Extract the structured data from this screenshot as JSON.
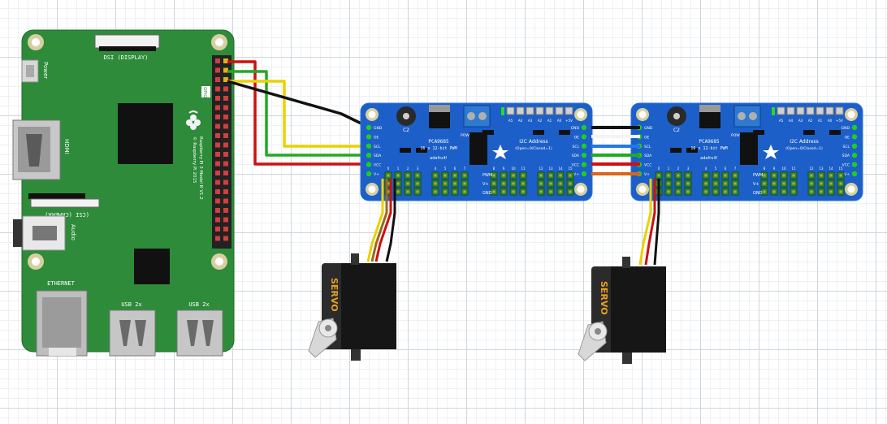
{
  "colors": {
    "pcb_green": "#2e8b3a",
    "pcb_dark": "#237030",
    "pca_blue": "#1c5fc8",
    "pca_edge": "#2a72e0",
    "wire_red": "#cc1111",
    "wire_green": "#22aa22",
    "wire_yellow": "#e8d200",
    "wire_black": "#111111",
    "wire_orange": "#d9661c",
    "servo_body": "#222222",
    "servo_label": "#e8a020"
  },
  "rpi": {
    "dsi_label": "DSI (DISPLAY)",
    "power_label": "Power",
    "hdmi_label": "HDMI",
    "csi_label": "(CSI (CAMERA)",
    "audio_label": "Audio",
    "ethernet_label": "ETHERNET",
    "usb1_label": "USB 2x",
    "usb2_label": "USB 2x",
    "gpio_label": "GPIO",
    "model_text": "Raspberry Pi 3 Model B V1.2",
    "copyright_text": "© Raspberry Pi 2015"
  },
  "pca_left": {
    "chip_name": "PCA9685",
    "subtitle": "16 x 12-bit PWM",
    "address_title": "I2C Address",
    "address_sub": "(Open=0/Closed=1)",
    "brand": "adafruit!",
    "power_label": "POWER",
    "cap_label": "C2",
    "pwm_label": "PWM",
    "vplus_label": "V+",
    "gnd_label": "GND",
    "left_pins": [
      "GND",
      "OE",
      "SCL",
      "SDA",
      "VCC",
      "V+"
    ],
    "right_pins": [
      "GND",
      "OE",
      "SCL",
      "SDA",
      "VCC",
      "V+"
    ],
    "addr_pins": [
      "A5",
      "A4",
      "A3",
      "A2",
      "A1",
      "A0",
      "+5V"
    ],
    "channel_labels": [
      "0",
      "1",
      "2",
      "3",
      "4",
      "5",
      "6",
      "7",
      "8",
      "9",
      "10",
      "11",
      "12",
      "13",
      "14",
      "15"
    ]
  },
  "pca_right": {
    "chip_name": "PCA9685",
    "subtitle": "16 x 12-bit PWM",
    "address_title": "I2C Address",
    "address_sub": "(Open=0/Closed=1)",
    "brand": "adafruit!",
    "power_label": "POWER",
    "cap_label": "C2",
    "pwm_label": "PWM",
    "vplus_label": "V+",
    "gnd_label": "GND",
    "left_pins": [
      "GND",
      "OE",
      "SCL",
      "SDA",
      "VCC",
      "V+"
    ],
    "right_pins": [
      "GND",
      "OE",
      "SCL",
      "SDA",
      "VCC",
      "V+"
    ],
    "addr_pins": [
      "A5",
      "A4",
      "A3",
      "A2",
      "A1",
      "A0",
      "+5V"
    ],
    "channel_labels": [
      "0",
      "1",
      "2",
      "3",
      "4",
      "5",
      "6",
      "7",
      "8",
      "9",
      "10",
      "11",
      "12",
      "13",
      "14",
      "15"
    ]
  },
  "servo_left": {
    "label": "SERVO"
  },
  "servo_right": {
    "label": "SERVO"
  }
}
